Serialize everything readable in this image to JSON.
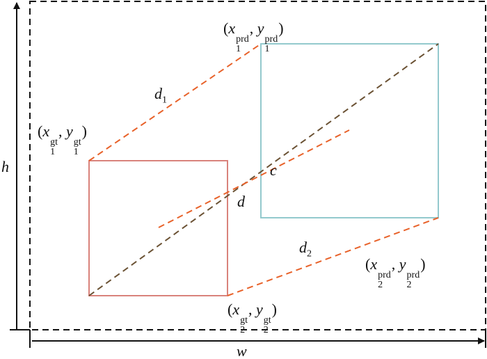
{
  "labels": {
    "h": "h",
    "w": "w",
    "d1": "d",
    "d1_sub": "1",
    "d2": "d",
    "d2_sub": "2",
    "d": "d",
    "c": "c",
    "gt1": {
      "x": "x",
      "y": "y",
      "sub": "1",
      "sup": "gt"
    },
    "gt2": {
      "x": "x",
      "y": "y",
      "sub": "2",
      "sup": "gt"
    },
    "prd1": {
      "x": "x",
      "y": "y",
      "sub": "1",
      "sup": "prd"
    },
    "prd2": {
      "x": "x",
      "y": "y",
      "sub": "2",
      "sup": "prd"
    },
    "open": "(",
    "comma": ", ",
    "close": ")"
  },
  "colors": {
    "gt_box": "#d9827b",
    "pred_box": "#93c9cd",
    "distance": "#e8622a",
    "diagonal": "#6b5234",
    "frame": "#111111"
  }
}
